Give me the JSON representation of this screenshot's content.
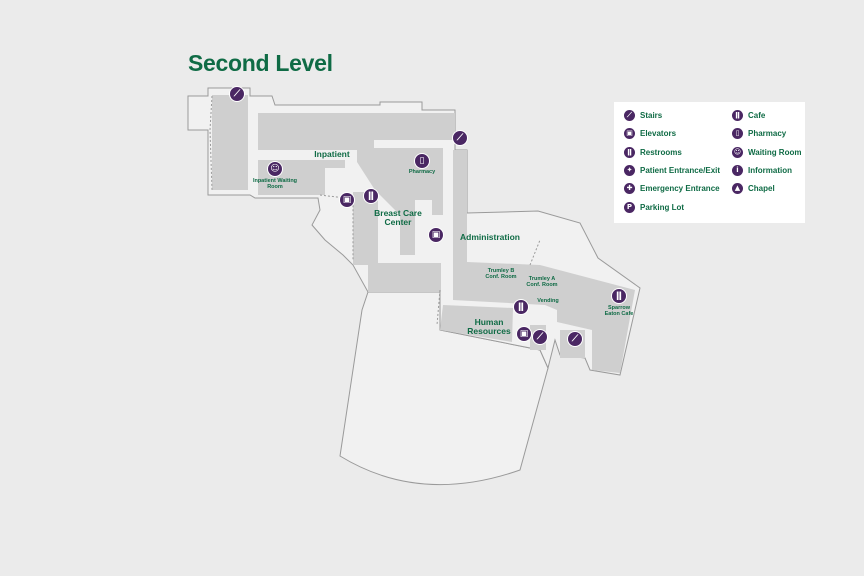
{
  "title": "Second Level",
  "labels": {
    "inpatient": "Inpatient",
    "inpatient_waiting": "Inpatient Waiting Room",
    "pharmacy": "Pharmacy",
    "breast_care": "Breast Care Center",
    "administration": "Administration",
    "trumley_b": "Trumley B Conf. Room",
    "trumley_a": "Trumley A Conf. Room",
    "vending": "Vending",
    "cafe": "Sparrow Eaton Cafe",
    "human_resources": "Human Resources"
  },
  "legend": [
    {
      "icon": "stairs-icon",
      "glyph": "⟋",
      "label": "Stairs"
    },
    {
      "icon": "elevator-icon",
      "glyph": "▣",
      "label": "Elevators"
    },
    {
      "icon": "restroom-icon",
      "glyph": "ǁ",
      "label": "Restrooms"
    },
    {
      "icon": "patient-entrance-icon",
      "glyph": "✦",
      "label": "Patient Entrance/Exit"
    },
    {
      "icon": "emergency-icon",
      "glyph": "✚",
      "label": "Emergency Entrance"
    },
    {
      "icon": "parking-icon",
      "glyph": "P",
      "label": "Parking Lot"
    },
    {
      "icon": "cafe-icon",
      "glyph": "ǁ",
      "label": "Cafe"
    },
    {
      "icon": "pharmacy-icon",
      "glyph": "▯",
      "label": "Pharmacy"
    },
    {
      "icon": "waiting-room-icon",
      "glyph": "☺",
      "label": "Waiting Room"
    },
    {
      "icon": "information-icon",
      "glyph": "i",
      "label": "Information"
    },
    {
      "icon": "chapel-icon",
      "glyph": "▲",
      "label": "Chapel"
    }
  ],
  "colors": {
    "accent": "#4a2763",
    "text": "#0f6b45",
    "room": "#cfcfcf"
  }
}
